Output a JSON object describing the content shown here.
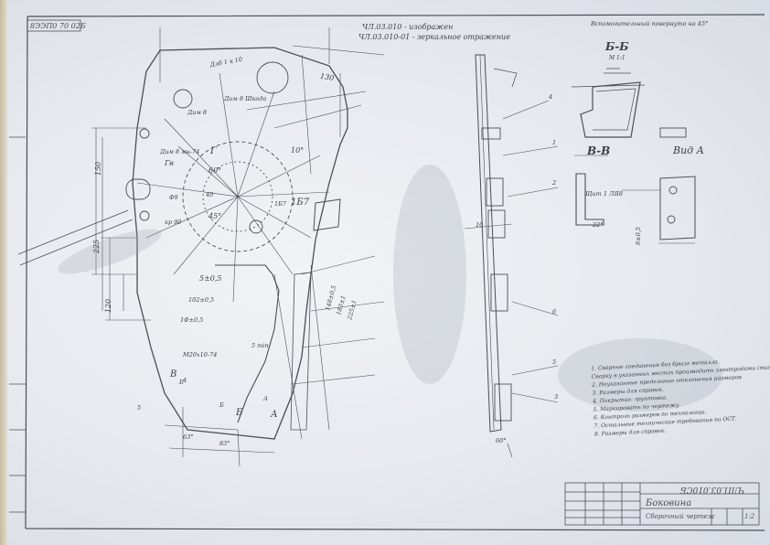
{
  "document": {
    "code_top_left": "8ЭЭП0 70 02Б",
    "heading_note_1": "ЧЛ.03.010 - изображен",
    "heading_note_2": "ЧЛ.03.010-01 - зеркальное отражение",
    "top_right_note": "Вспомогательный повернуто на 45°",
    "title_block_code": "ЧЛП.03.010СБ",
    "title_block_name": "Боковина",
    "title_block_sub": "Сборочный чертеж",
    "title_block_sheet": "1:2",
    "section_bb": "Б-Б",
    "section_bb_scale": "М 1:1",
    "section_vv": "В-В",
    "view_a": "Вид А",
    "notes": [
      "1. Сварные соединения без брызг металла.",
      "Сварку в указанных местах производить электродами (тип)",
      "2. Неуказанные предельные отклонения размеров",
      "3. Размеры для справок.",
      "4. Покрытие: грунтовка.",
      "5. Маркировать по чертежу.",
      "6. Контроль размеров по технологии.",
      "7. Остальные технические требования по ОСТ.",
      "8. Размеры для справок."
    ],
    "dims": [
      "1Б7",
      "5±0,5",
      "45°",
      "10°",
      "60°",
      "150",
      "225",
      "120",
      "130",
      "Гв",
      "Б",
      "В",
      "А",
      "Г"
    ]
  },
  "colors": {
    "paper": "#eceff3",
    "ink": "#3b3f47"
  }
}
